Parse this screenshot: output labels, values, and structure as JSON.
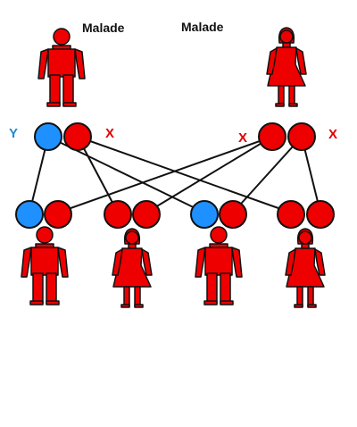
{
  "labels": {
    "father_status": "Malade",
    "mother_status": "Malade",
    "father_y": "Y",
    "father_x": "X",
    "mother_x_left": "X",
    "mother_x_right": "X"
  },
  "colors": {
    "x_chromosome": "#ee0000",
    "y_chromosome": "#1e90ff",
    "affected_person": "#ee0000",
    "outline": "#111111",
    "x_label": "#e00000",
    "y_label": "#1e8bd8"
  },
  "parents": [
    {
      "sex": "male",
      "affected": true,
      "chromosomes": [
        "Y",
        "X"
      ]
    },
    {
      "sex": "female",
      "affected": true,
      "chromosomes": [
        "X",
        "X"
      ]
    }
  ],
  "children": [
    {
      "sex": "male",
      "affected": true,
      "chromosomes": [
        "Y",
        "X"
      ]
    },
    {
      "sex": "female",
      "affected": true,
      "chromosomes": [
        "X",
        "X"
      ]
    },
    {
      "sex": "male",
      "affected": true,
      "chromosomes": [
        "Y",
        "X"
      ]
    },
    {
      "sex": "female",
      "affected": true,
      "chromosomes": [
        "X",
        "X"
      ]
    }
  ]
}
